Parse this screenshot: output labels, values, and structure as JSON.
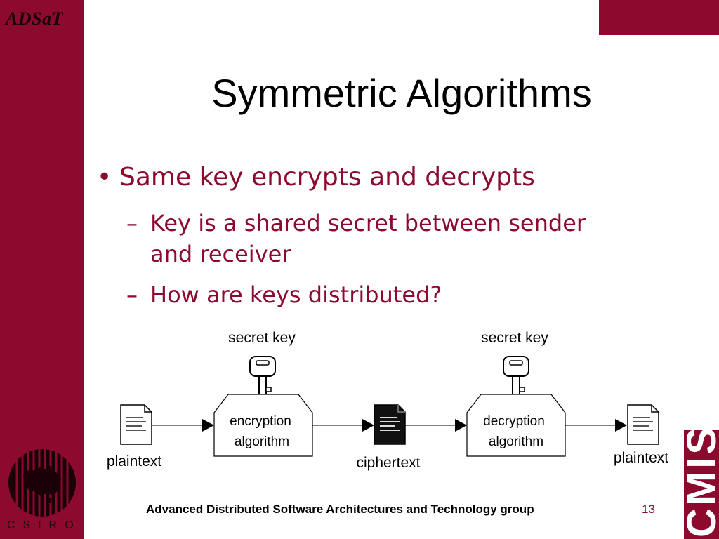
{
  "brand": "ADSaT",
  "logo_text": "CSIRO",
  "side_badge": "CMIS",
  "title": "Symmetric Algorithms",
  "bullets": [
    {
      "text": "Same key encrypts and decrypts",
      "subs": [
        {
          "line1": "Key is a shared secret between sender",
          "line2": "and receiver"
        },
        {
          "line1": "How are keys distributed?"
        }
      ]
    }
  ],
  "diagram": {
    "left_key_label": "secret key",
    "right_key_label": "secret key",
    "encrypt_line1": "encryption",
    "encrypt_line2": "algorithm",
    "decrypt_line1": "decryption",
    "decrypt_line2": "algorithm",
    "input_label": "plaintext",
    "middle_label": "ciphertext",
    "output_label": "plaintext"
  },
  "footer": "Advanced Distributed Software Architectures and Technology group",
  "page_number": "13",
  "colors": {
    "accent": "#8b0a2e",
    "text": "#000000",
    "background": "#ffffff"
  }
}
